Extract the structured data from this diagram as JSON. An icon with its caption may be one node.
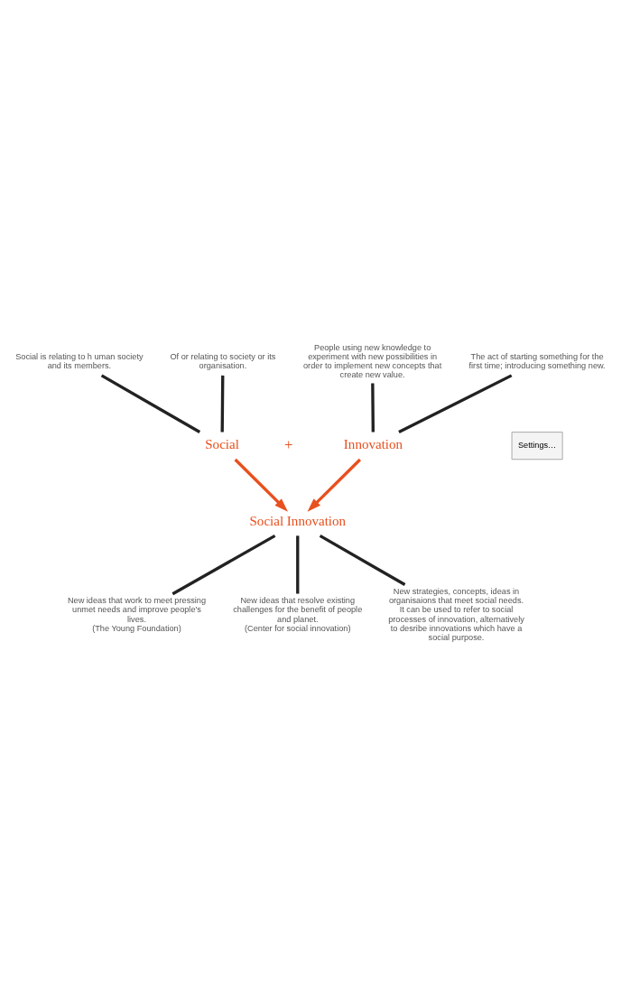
{
  "diagram": {
    "nodes": [
      {
        "text": [
          "Social is relating to h uman society and its members."
        ]
      },
      {
        "text": [
          "People using new knowledge to experiment with new possibilities in order to implement new concepts that create new value."
        ]
      },
      {
        "text": [
          "Of or relating to society or its organisation."
        ]
      },
      {
        "text": [
          "The act of starting something for the first time; introducing something new."
        ]
      },
      {
        "text": [
          "Social"
        ]
      },
      {
        "text": [
          "Innovation"
        ]
      },
      {
        "text": [
          "Social Innovation"
        ]
      },
      {
        "text": [
          "New ideas that work to meet pressing unmet needs and improve people's lives.",
          "(The Young Foundation)"
        ]
      },
      {
        "text": [
          "New ideas that resolve existing challenges for the benefit of people and planet.",
          "(Center for social innovation)"
        ]
      },
      {
        "text": [
          "New strategies, concepts, ideas in organisaions that meet social needs. It can be used to refer to social processes of innovation, alternatively to desribe innovations which have a social purpose."
        ]
      }
    ],
    "edges": [
      {
        "from": 0,
        "to": 4,
        "arrow": "none"
      },
      {
        "from": 2,
        "to": 4,
        "arrow": "none"
      },
      {
        "from": 1,
        "to": 5,
        "arrow": "none"
      },
      {
        "from": 3,
        "to": 5,
        "arrow": "none"
      },
      {
        "from": 4,
        "to": 6,
        "arrow": "to",
        "color": "#e8501e"
      },
      {
        "from": 5,
        "to": 6,
        "arrow": "to",
        "color": "#e8501e"
      },
      {
        "from": 6,
        "to": 7,
        "arrow": "none"
      },
      {
        "from": 6,
        "to": 8,
        "arrow": "none"
      },
      {
        "from": 6,
        "to": 9,
        "arrow": "none"
      }
    ],
    "labels": [
      "+",
      "Settings…"
    ]
  }
}
